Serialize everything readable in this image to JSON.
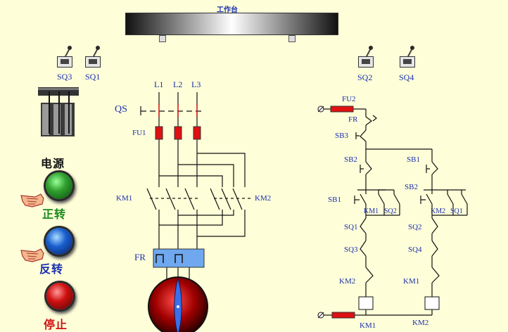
{
  "workbench": {
    "title": "工作台"
  },
  "limit_switches": {
    "sq3": "SQ3",
    "sq1": "SQ1",
    "sq2": "SQ2",
    "sq4": "SQ4"
  },
  "controls": {
    "power_label": "电源",
    "forward_label": "正转",
    "reverse_label": "反转",
    "stop_label": "停止",
    "power_color": "#1c8a1c",
    "forward_color": "#1a5fd0",
    "stop_color": "#d01010"
  },
  "main_circuit": {
    "l1": "L1",
    "l2": "L2",
    "l3": "L3",
    "qs": "QS",
    "fu1": "FU1",
    "km1": "KM1",
    "km2": "KM2",
    "fr": "FR"
  },
  "control_circuit": {
    "fu2": "FU2",
    "fr": "FR",
    "sb3": "SB3",
    "sb2_left": "SB2",
    "sb1_right": "SB1",
    "sb1_left": "SB1",
    "sb2_right": "SB2",
    "km1_contact_left": "KM1",
    "sq2_contact_left": "SQ2",
    "km2_contact_right": "KM2",
    "sq1_contact_right": "SQ1",
    "sq1_left": "SQ1",
    "sq2_right": "SQ2",
    "sq3_left": "SQ3",
    "sq4_right": "SQ4",
    "km2_interlock_left": "KM2",
    "km1_interlock_right": "KM1",
    "coil_km1": "KM1",
    "coil_km2": "KM2"
  }
}
